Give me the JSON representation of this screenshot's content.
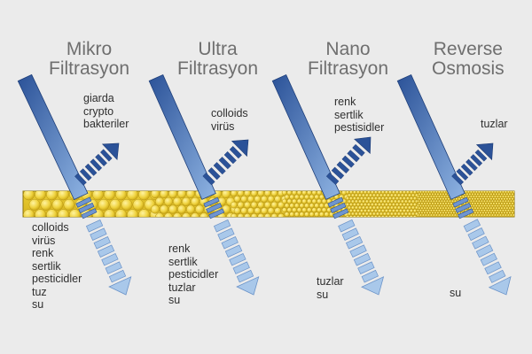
{
  "columns": [
    {
      "id": "mikro",
      "title": [
        "Mikro",
        "Filtrasyon"
      ],
      "blocked": [
        "giarda",
        "crypto",
        "bakteriler"
      ],
      "passed": [
        "colloids",
        "virüs",
        "renk",
        "sertlik",
        "pesticidler",
        "tuz",
        "su"
      ]
    },
    {
      "id": "ultra",
      "title": [
        "Ultra",
        "Filtrasyon"
      ],
      "blocked": [
        "colloids",
        "virüs"
      ],
      "passed": [
        "renk",
        "sertlik",
        "pesticidler",
        "tuzlar",
        "su"
      ]
    },
    {
      "id": "nano",
      "title": [
        "Nano",
        "Filtrasyon"
      ],
      "blocked": [
        "renk",
        "sertlik",
        "pestisidler"
      ],
      "passed": [
        "tuzlar",
        "su"
      ]
    },
    {
      "id": "ro",
      "title": [
        "Reverse",
        "Osmosis"
      ],
      "blocked": [
        "tuzlar"
      ],
      "passed": [
        "su"
      ]
    }
  ],
  "colors": {
    "background": "#ebebeb",
    "membrane": "#e8cb2e",
    "membrane_border": "#8a7410",
    "arrow_dark": "#2b5298",
    "arrow_light": "#a9c8ea",
    "title_text": "#6f6f6f",
    "label_text": "#2f2f2f"
  }
}
